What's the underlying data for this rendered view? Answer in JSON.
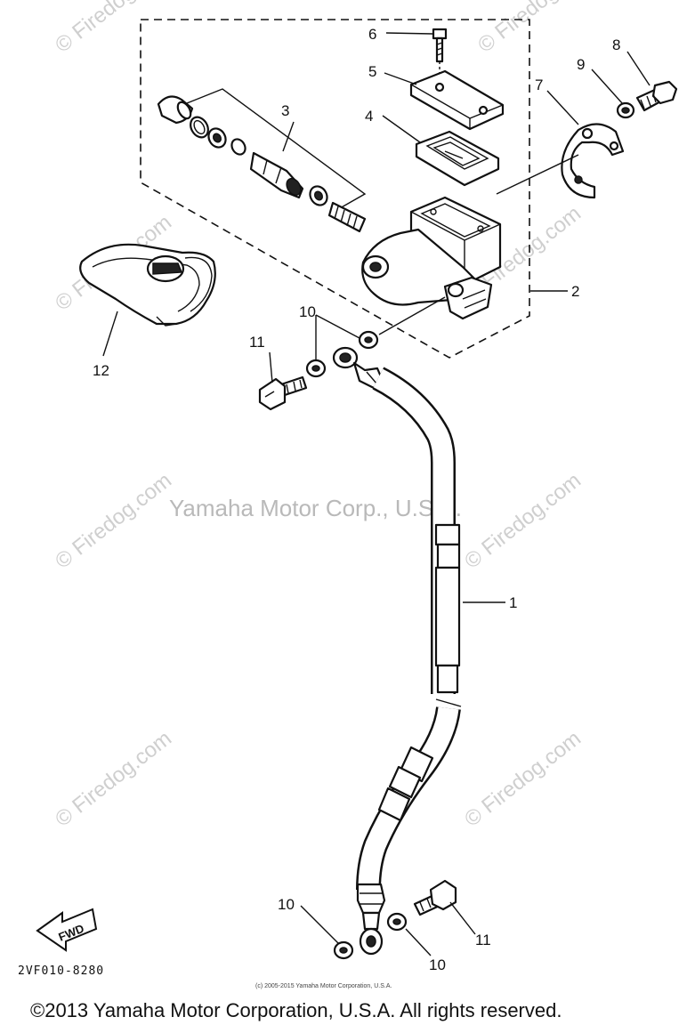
{
  "watermark": "© Firedog.com",
  "center_watermark": "Yamaha Motor Corp., U.S.A.",
  "callouts": {
    "c1": "1",
    "c2": "2",
    "c3": "3",
    "c4": "4",
    "c5": "5",
    "c6": "6",
    "c7": "7",
    "c8": "8",
    "c9": "9",
    "c10a": "10",
    "c10b": "10",
    "c10c": "10",
    "c11a": "11",
    "c11b": "11",
    "c12": "12"
  },
  "fwd_label": "FWD",
  "diagram_code": "2VF010-8280",
  "small_copyright": "(c) 2005-2015 Yamaha Motor Corporation, U.S.A.",
  "footer_copyright": "©2013 Yamaha Motor Corporation, U.S.A. All rights reserved."
}
